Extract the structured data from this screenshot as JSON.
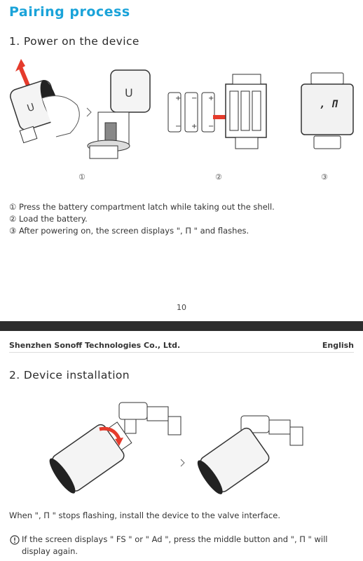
{
  "page_title": "Pairing process",
  "section1": {
    "heading": "1. Power on the device",
    "step_markers": [
      "①",
      "②",
      "③"
    ],
    "battery_signs": [
      "+",
      "−",
      "+",
      "−",
      "+",
      "−"
    ],
    "display_code": ", Π",
    "instructions": [
      "① Press the battery compartment latch while taking out the shell.",
      "② Load the battery.",
      "③ After powering on, the screen displays \", Π \" and flashes."
    ]
  },
  "page_number": "10",
  "footer": {
    "company": "Shenzhen Sonoff Technologies Co., Ltd.",
    "language": "English"
  },
  "section2": {
    "heading": "2. Device installation",
    "instruction": "When \", Π \" stops flashing, install the device to the valve interface.",
    "note_icon": "info-circle-icon",
    "note_line1": "If the screen displays \" FS \" or \" Ad \", press the middle button and \", Π \" will",
    "note_line2": "display again."
  },
  "colors": {
    "accent": "#1aa3d9",
    "arrow_red": "#e53b2c",
    "band": "#2d2d2d"
  }
}
